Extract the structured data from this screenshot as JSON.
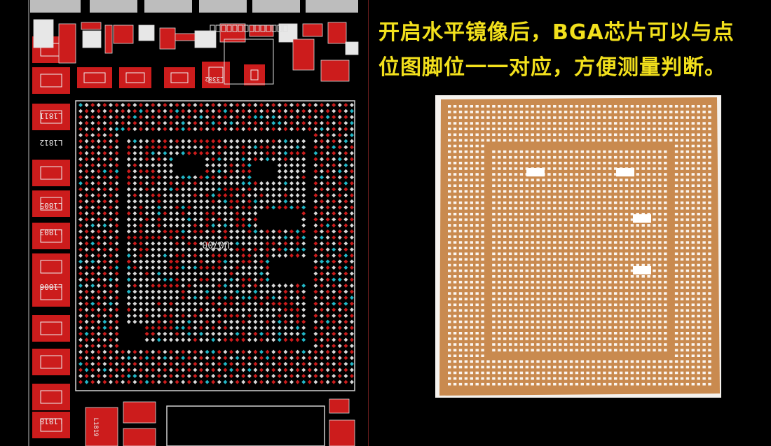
{
  "caption": {
    "line1": "开启水平镜像后，BGA芯片可以与点",
    "line2": "位图脚位一一对应，方便测量判断。"
  },
  "board_view": {
    "chip_label": "U0700",
    "left_column_labels": [
      "L1811",
      "L1812",
      "L1805",
      "L1803",
      "L1806",
      "L1818"
    ],
    "top_label": "L3302",
    "bottom_label": "L1819",
    "colors": {
      "background": "#000000",
      "pad_red": "#cc1c1c",
      "pad_white": "#d9d9d9",
      "pad_cyan": "#22b8c8",
      "outline": "#d3d3d3"
    }
  },
  "chip_photo": {
    "colors": {
      "substrate": "#c98a4f",
      "pad": "#ffffff",
      "border": "#f5f2ee"
    }
  }
}
